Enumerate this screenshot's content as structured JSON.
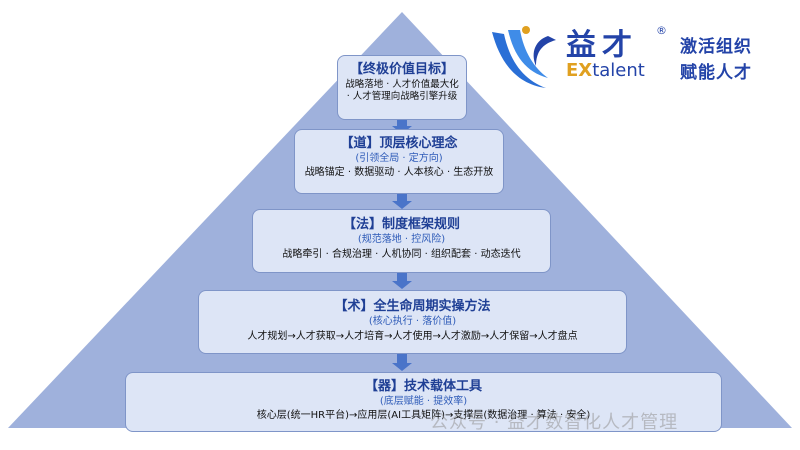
{
  "layers": [
    {
      "title": "【终极价值目标】",
      "subtitle": "",
      "description": "战略落地 · 人才价值最大化 · 人才管理向战略引擎升级"
    },
    {
      "title": "【道】顶层核心理念",
      "subtitle": "(引领全局 · 定方向)",
      "description": "战略锚定 · 数据驱动 · 人本核心 · 生态开放"
    },
    {
      "title": "【法】制度框架规则",
      "subtitle": "(规范落地 · 控风险)",
      "description": "战略牵引 · 合规治理 · 人机协同 · 组织配套 · 动态迭代"
    },
    {
      "title": "【术】全生命周期实操方法",
      "subtitle": "(核心执行 · 落价值)",
      "description": "人才规划→人才获取→人才培育→人才使用→人才激励→人才保留→人才盘点"
    },
    {
      "title": "【器】技术载体工具",
      "subtitle": "(底层赋能 · 提效率)",
      "description": "核心层(统一HR平台)→应用层(AI工具矩阵)→支撑层(数据治理 · 算法 · 安全)"
    }
  ],
  "logo": {
    "name_cn": "益才",
    "registered": "®",
    "name_en_prefix": "EX",
    "name_en_suffix": "talent",
    "slogan_line1": "激活组织",
    "slogan_line2": "赋能人才"
  },
  "watermark": "公众号 · 益才数智化人才管理",
  "colors": {
    "pyramid_fill": "#9fb1dc",
    "box_fill": "#dde5f6",
    "title": "#1f3f95",
    "subtitle": "#2e5bb8",
    "arrow": "#4a74c9"
  }
}
